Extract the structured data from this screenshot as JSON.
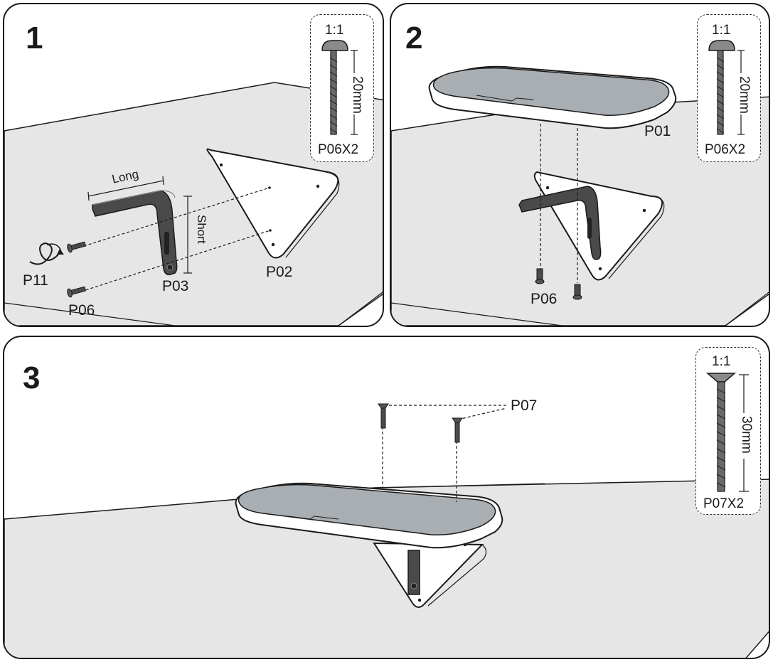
{
  "steps": [
    {
      "number": "1",
      "labels": {
        "p11": "P11",
        "p06": "P06",
        "p03": "P03",
        "p02": "P02",
        "long": "Long",
        "short": "Short"
      },
      "scale": {
        "ratio": "1:1",
        "length": "20mm",
        "caption": "P06X2"
      }
    },
    {
      "number": "2",
      "labels": {
        "p01": "P01",
        "p06": "P06"
      },
      "scale": {
        "ratio": "1:1",
        "length": "20mm",
        "caption": "P06X2"
      }
    },
    {
      "number": "3",
      "labels": {
        "p07": "P07"
      },
      "scale": {
        "ratio": "1:1",
        "length": "30mm",
        "caption": "P07X2"
      }
    }
  ],
  "colors": {
    "outline": "#1a1a1a",
    "floor": "#e6e6e6",
    "pad": "#a9aeb3",
    "bracket": "#4a4a4a",
    "board": "#ffffff"
  }
}
